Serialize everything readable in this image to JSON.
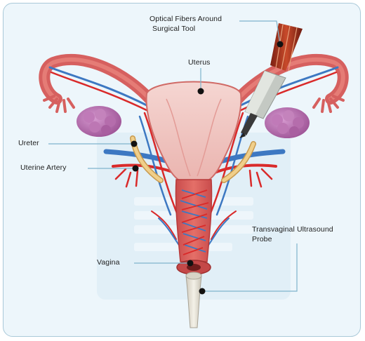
{
  "labels": {
    "optical_fibers": [
      "Optical Fibers Around",
      "Surgical Tool"
    ],
    "uterus": "Uterus",
    "ureter": "Ureter",
    "uterine_artery": "Uterine Artery",
    "transvaginal_probe": [
      "Transvaginal Ultrasound",
      "Probe"
    ],
    "vagina": "Vagina"
  },
  "colors": {
    "background": "#edf6fb",
    "border": "#a9c9d8",
    "leader_line": "#7fb4cc",
    "uterus_body": "#f2c9c6",
    "tissue": "#d65a5a",
    "artery": "#d92a2a",
    "vein": "#3d78c2",
    "ovary": "#b46aaa",
    "ureter": "#e9bf73",
    "probe": "#e9e6dc"
  },
  "icons": [
    "surgical-tool-icon",
    "ultrasound-probe-icon"
  ]
}
